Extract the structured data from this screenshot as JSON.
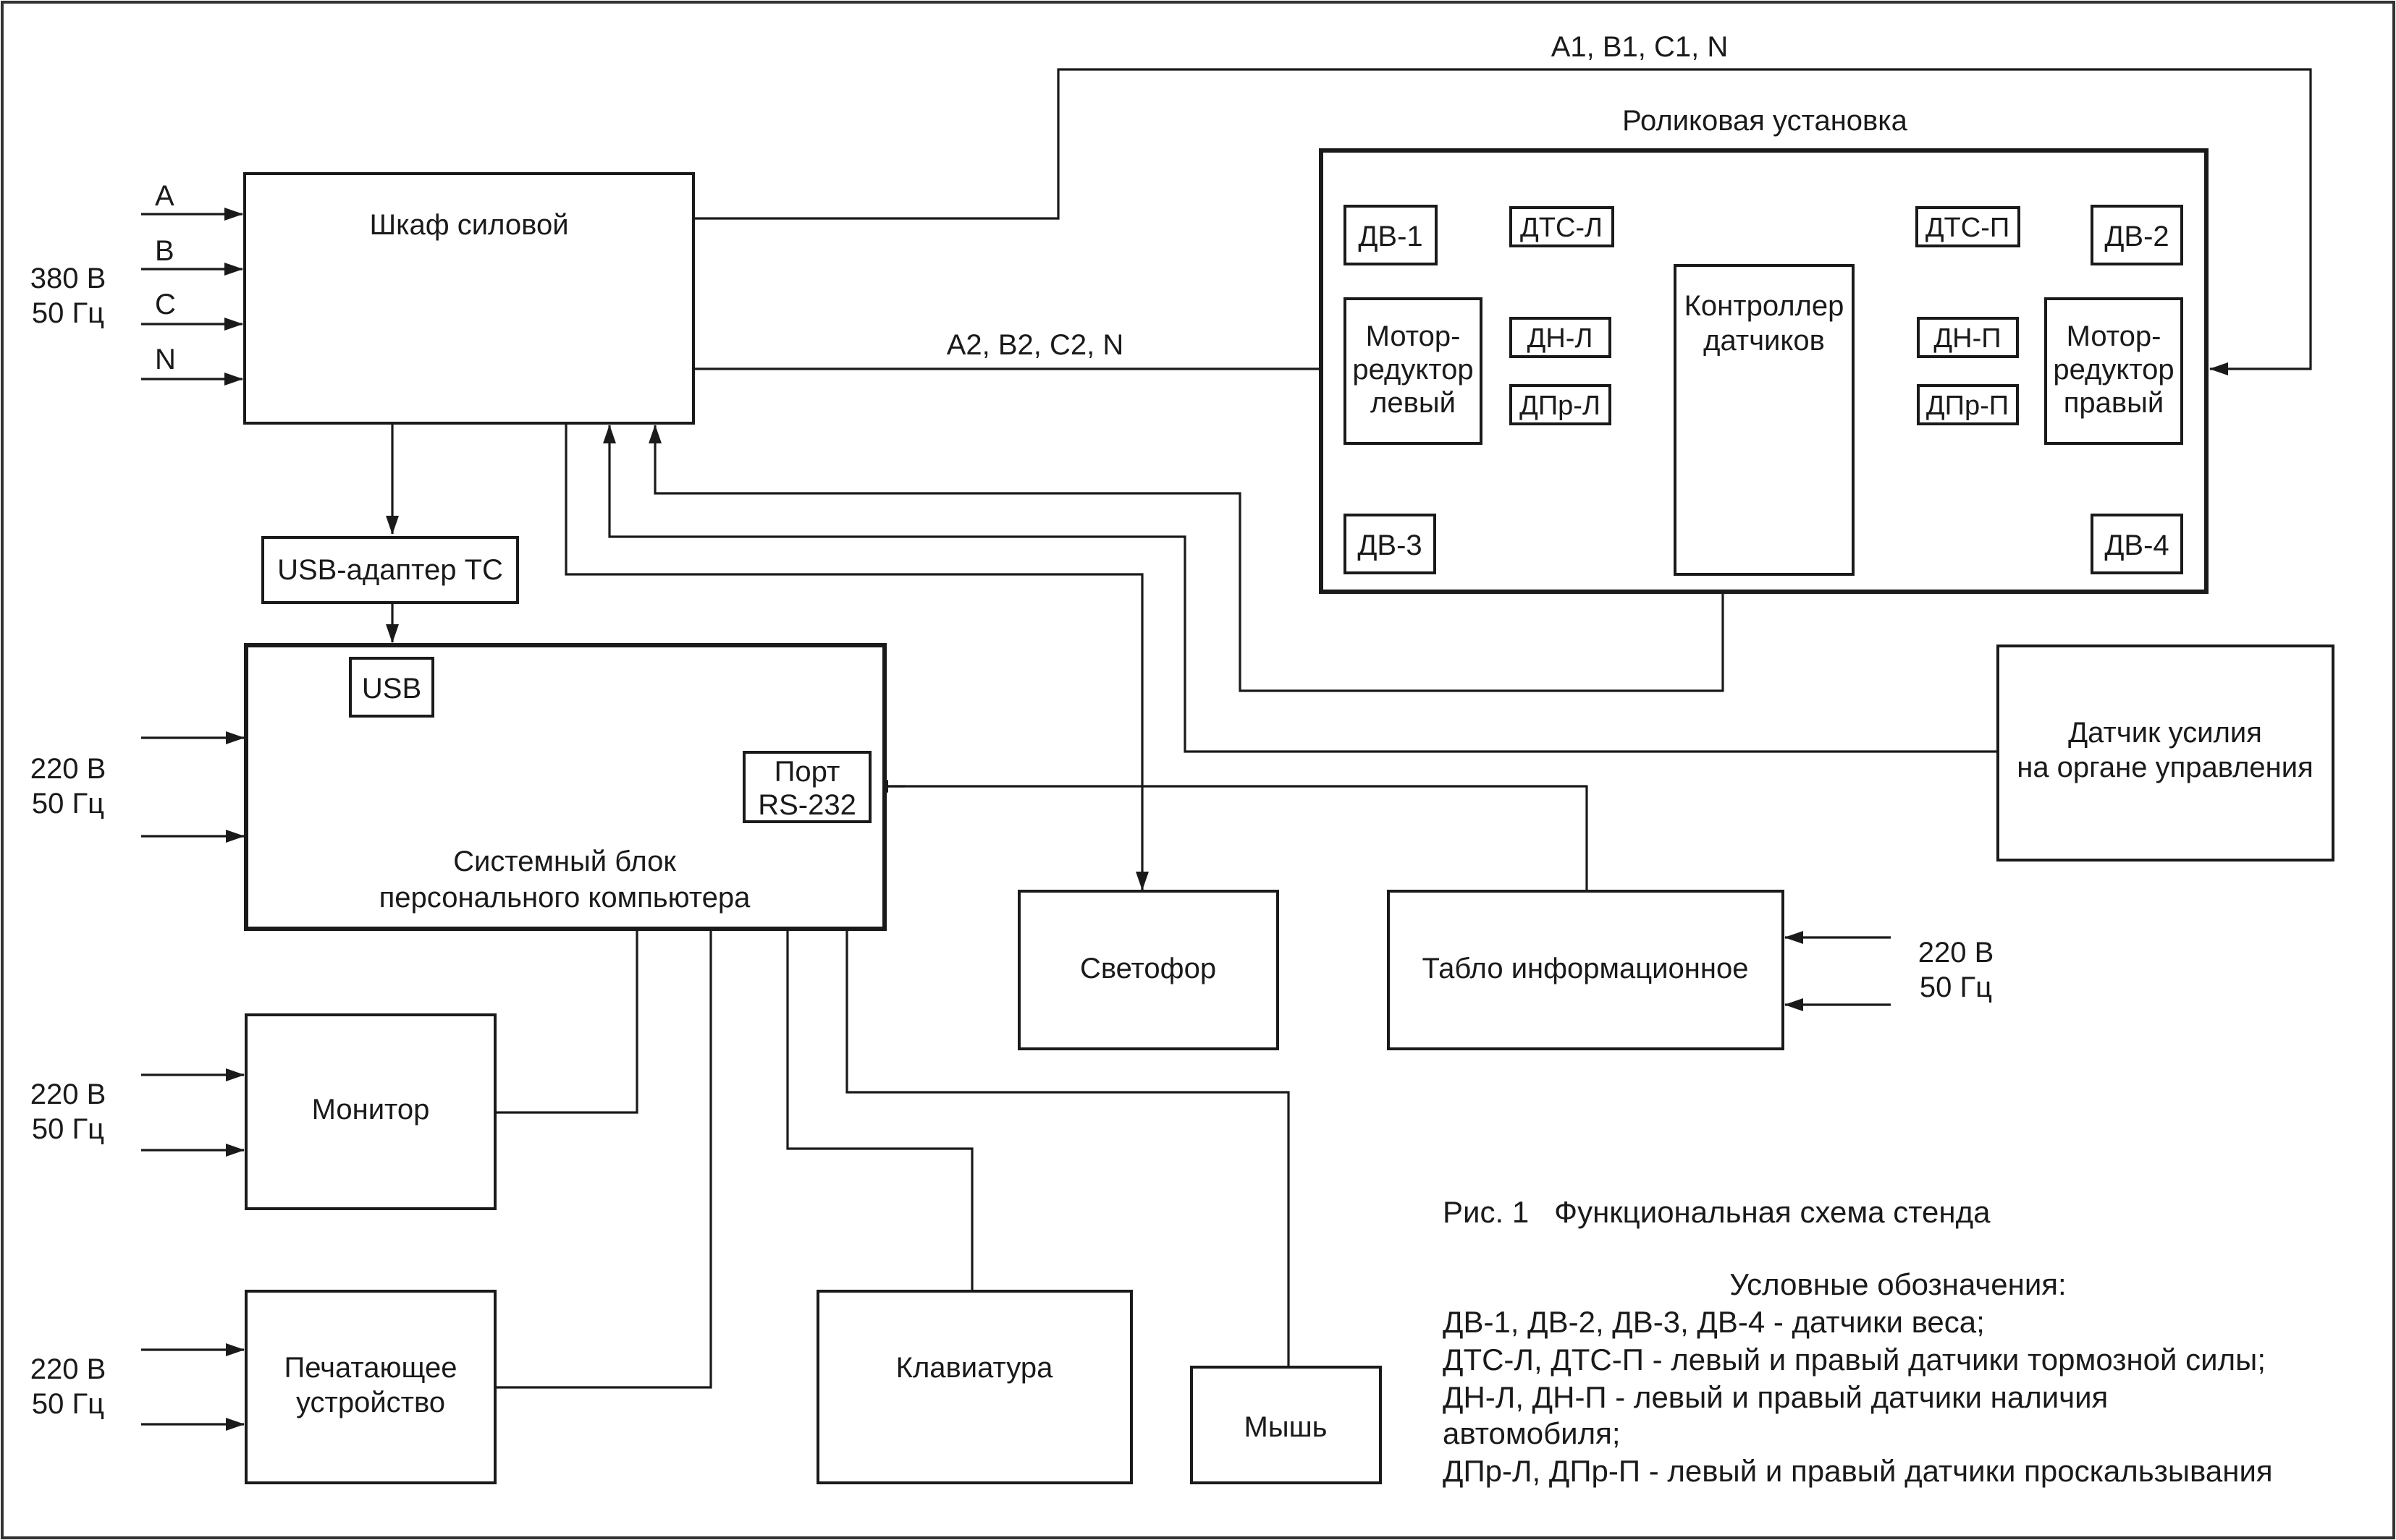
{
  "blocks": {
    "power_cabinet": "Шкаф силовой",
    "usb_adapter": "USB-адаптер ТС",
    "system_unit": [
      "Системный блок",
      "персонального компьютера"
    ],
    "usb_port": "USB",
    "rs232_port": [
      "Порт",
      "RS-232"
    ],
    "roller_unit": "Роликовая установка",
    "motor_left": [
      "Мотор-",
      "редуктор",
      "левый"
    ],
    "motor_right": [
      "Мотор-",
      "редуктор",
      "правый"
    ],
    "sensor_controller": [
      "Контроллер",
      "датчиков"
    ],
    "dv1": "ДВ-1",
    "dv2": "ДВ-2",
    "dv3": "ДВ-3",
    "dv4": "ДВ-4",
    "dts_l": "ДТС-Л",
    "dts_p": "ДТС-П",
    "dn_l": "ДН-Л",
    "dn_p": "ДН-П",
    "dpr_l": "ДПр-Л",
    "dpr_p": "ДПр-П",
    "force_sensor": [
      "Датчик усилия",
      "на органе управления"
    ],
    "traffic_light": "Светофор",
    "info_board": "Табло информационное",
    "monitor": "Монитор",
    "printer": [
      "Печатающее",
      "устройство"
    ],
    "keyboard": "Клавиатура",
    "mouse": "Мышь"
  },
  "labels": {
    "phase_a": "A",
    "phase_b": "B",
    "phase_c": "C",
    "phase_n": "N",
    "supply_380": [
      "380 В",
      "50 Гц"
    ],
    "supply_220": [
      "220 В",
      "50 Гц"
    ],
    "bus_a1": "A1, B1, C1, N",
    "bus_a2": "A2, B2, C2, N"
  },
  "caption": {
    "figure": "Рис. 1   Функциональная схема стенда",
    "legend_title": "Условные обозначения:",
    "legend_lines": [
      "ДВ-1, ДВ-2, ДВ-3, ДВ-4 - датчики веса;",
      "ДТС-Л, ДТС-П - левый и правый датчики тормозной силы;",
      "ДН-Л, ДН-П - левый и правый датчики наличия",
      "автомобиля;",
      "ДПр-Л, ДПр-П - левый и правый датчики проскальзывания"
    ]
  },
  "colors": {
    "line": "#1a1a1a",
    "background": "#ffffff"
  }
}
